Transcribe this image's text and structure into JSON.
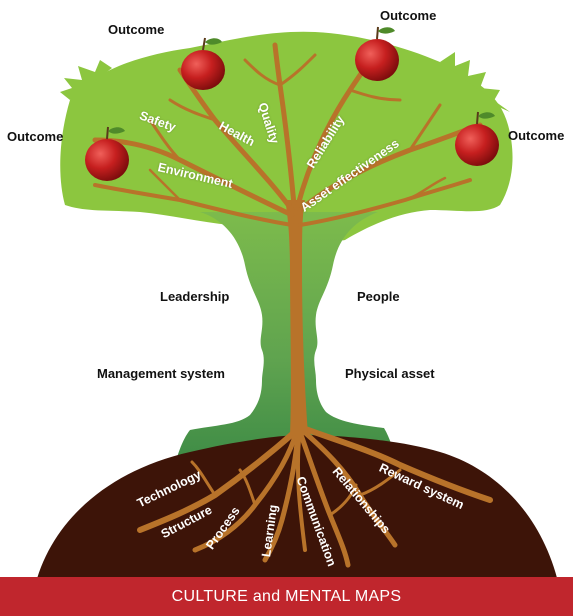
{
  "colors": {
    "foliage": "#8cc63f",
    "silhouette_green": "#4a9a4a",
    "trunk": "#b8732a",
    "soil": "#3d1408",
    "banner": "#c0262d",
    "apple": "#c61f1f"
  },
  "outcomes": {
    "top_left": "Outcome",
    "top_right": "Outcome",
    "left": "Outcome",
    "right": "Outcome"
  },
  "branches": {
    "safety": "Safety",
    "health": "Health",
    "quality": "Quality",
    "reliability": "Reliability",
    "asset_effectiveness": "Asset effectiveness",
    "environment": "Environment"
  },
  "faces": {
    "leadership": "Leadership",
    "people": "People",
    "management_system": "Management system",
    "physical_asset": "Physical asset"
  },
  "roots": {
    "technology": "Technology",
    "structure": "Structure",
    "process": "Process",
    "learning": "Learning",
    "communication": "Communication",
    "relationships": "Relationships",
    "reward_system": "Reward system"
  },
  "banner": {
    "label": "CULTURE and MENTAL MAPS"
  }
}
